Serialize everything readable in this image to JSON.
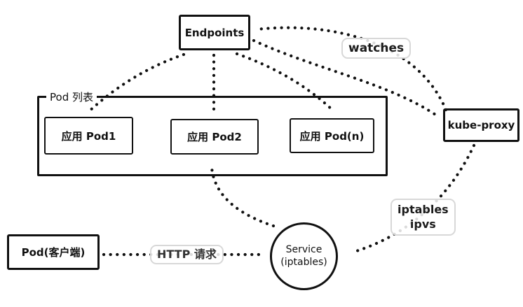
{
  "diagram": {
    "nodes": {
      "endpoints": "Endpoints",
      "pod_list_title": "Pod 列表",
      "pod1": "应用 Pod1",
      "pod2": "应用 Pod2",
      "podn": "应用 Pod(n)",
      "kube_proxy": "kube-proxy",
      "service_line1": "Service",
      "service_line2": "(iptables)",
      "client_pod": "Pod(客户端)"
    },
    "edge_labels": {
      "watches": "watches",
      "iptables": "iptables",
      "ipvs": "ipvs",
      "http_request": "HTTP 请求"
    },
    "colors": {
      "ink": "#111111",
      "label_border": "#d8d8d8",
      "background": "#ffffff"
    }
  }
}
